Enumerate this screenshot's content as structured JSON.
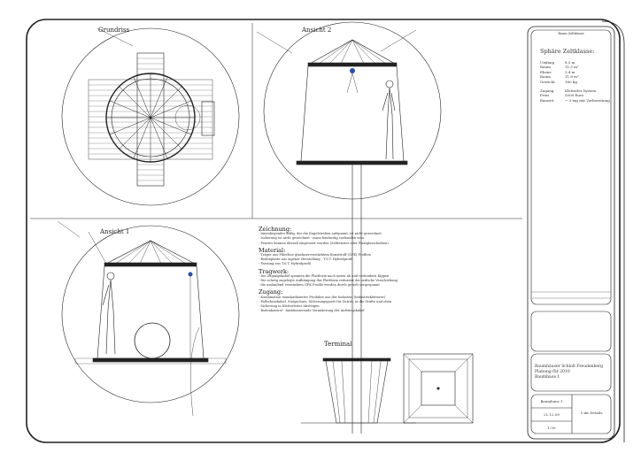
{
  "views": {
    "grundriss": "Grundriss",
    "ansicht2": "Ansicht 2",
    "ansicht1": "Ansicht 1",
    "terminal": "Terminal"
  },
  "notes": [
    {
      "heading": "Zeichnung:",
      "lines": [
        "- Innenliegender Käfig, der die Kugelstreben aufspannt, ist nicht gezeichnet",
        "- Isolierung ist nicht gezeichnet - muss beidseitig vorhanden sein",
        "- Fenster können überall eingesetzt werden (Zeltfenster oder Plexiglasscheiben)"
      ]
    },
    {
      "heading": "Material:",
      "lines": [
        "- Träger aus Fiberline glasfaserverstärktem Kunststoff (GFK) Profilen",
        "- Bodenplatte aus eigener Herstellung - T.S.T. Hybridprofil",
        "- Fassung aus T.S.T. Hybridprofil"
      ]
    },
    {
      "heading": "Tragwerk:",
      "lines": [
        "- Die Zugangskabel spannen die Plattform nach unten ab und verhindern Kippen",
        "- Die schräg zugelegte Aufhängung der Plattform reduziert die seitliche Verschiebung",
        "- die umlaufend verstärkten GFK Profile werden durch gezielt vorgespannt"
      ]
    },
    {
      "heading": "Zugang:",
      "lines": [
        "- Kombination standardisierter Produkte aus der Industrie (Industriekletterer)",
        "- Fallschutzkabel, Steigschutz, Sicherungsgurte für Zutritt, in die Gräfte und oben",
        "- Sicherung in Kletterleiter Absteigen",
        "- Bodenkontrol - funktionierende Verankerung der Aufstiegskabel"
      ]
    }
  ],
  "title_block": {
    "top_label": "Baum Zeltklasse",
    "heading": "Sphäre Zeltklasse:",
    "specs": [
      {
        "k": "Umfang",
        "v": "8.5 m"
      },
      {
        "k": "Raum",
        "v": "11.5 m²"
      },
      {
        "k": "Ebene",
        "v": "3.4 m"
      },
      {
        "k": "Raum",
        "v": "11.8 m³"
      },
      {
        "k": "Gewicht",
        "v": "160 kg"
      }
    ],
    "specs2": [
      {
        "k": "Zugang",
        "v": "Kletterlei System"
      },
      {
        "k": "Preis",
        "v": "5000 Euro"
      },
      {
        "k": "Bauzeit",
        "v": "~ 3 tag mit Vorbereitung"
      }
    ],
    "project_lines": [
      "Baumhäuser Schloß Freudenberg",
      "Planung für 2010",
      "Baumhaus 1"
    ],
    "name": "Baumhaus 1",
    "date": "21.12.09",
    "scale": "1:50",
    "detail": "1:mt Details"
  }
}
